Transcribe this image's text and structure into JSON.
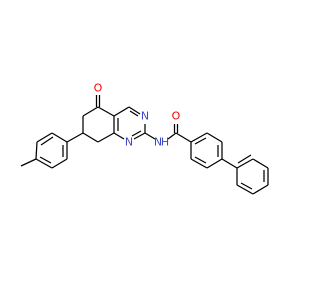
{
  "molecule": {
    "atoms": {
      "n_pyrimidine_top": "N",
      "n_pyrimidine_bottom": "N",
      "nh_amide": "N",
      "h_amide": "H",
      "o_ketone": "O",
      "o_amide": "O"
    }
  },
  "colors": {
    "bond": "#000000",
    "nitrogen": "#3f48cc",
    "oxygen": "#ff0000",
    "background": "#ffffff"
  }
}
